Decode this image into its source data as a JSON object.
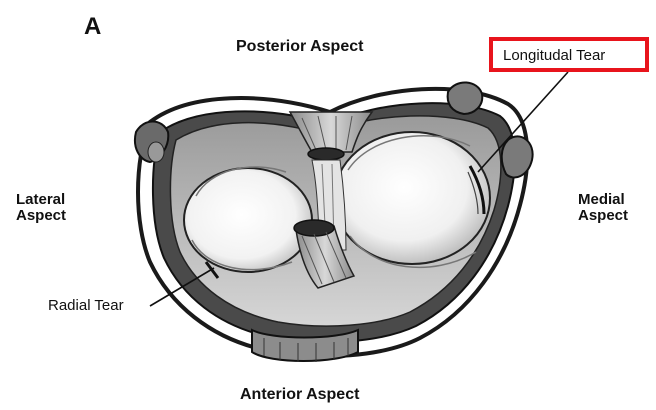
{
  "figure": {
    "panel_letter": "A",
    "labels": {
      "posterior": "Posterior Aspect",
      "anterior": "Anterior Aspect",
      "lateral": "Lateral Aspect",
      "medial": "Medial Aspect",
      "radial_tear": "Radial Tear",
      "longitudinal_tear": "Longitudal Tear"
    },
    "highlight_color": "#e8141c"
  }
}
